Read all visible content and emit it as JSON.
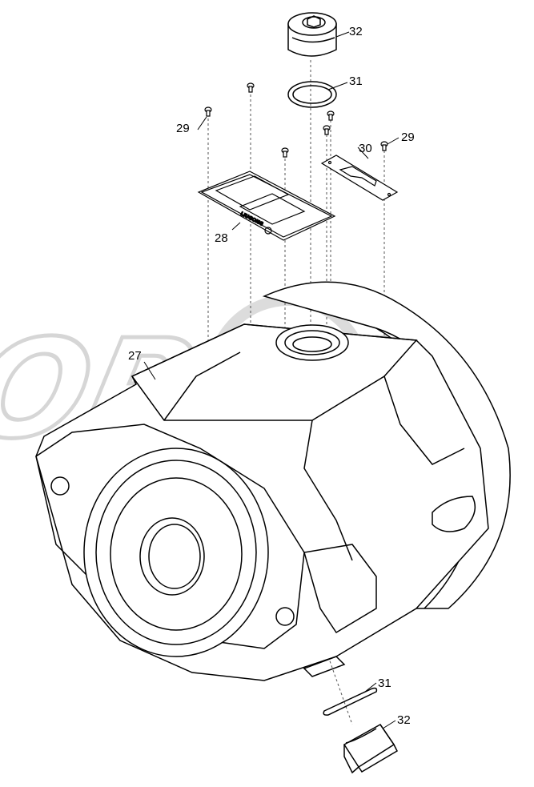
{
  "watermark": {
    "text": "OPEX",
    "color": "#d9d9d9"
  },
  "callouts": [
    {
      "id": "32-top",
      "label": "32"
    },
    {
      "id": "31-top",
      "label": "31"
    },
    {
      "id": "29-left",
      "label": "29"
    },
    {
      "id": "30",
      "label": "30"
    },
    {
      "id": "29-right",
      "label": "29"
    },
    {
      "id": "28",
      "label": "28"
    },
    {
      "id": "27",
      "label": "27"
    },
    {
      "id": "31-bottom",
      "label": "31"
    },
    {
      "id": "32-bottom",
      "label": "32"
    }
  ],
  "nameplate": {
    "brand": "LIUGONG"
  }
}
